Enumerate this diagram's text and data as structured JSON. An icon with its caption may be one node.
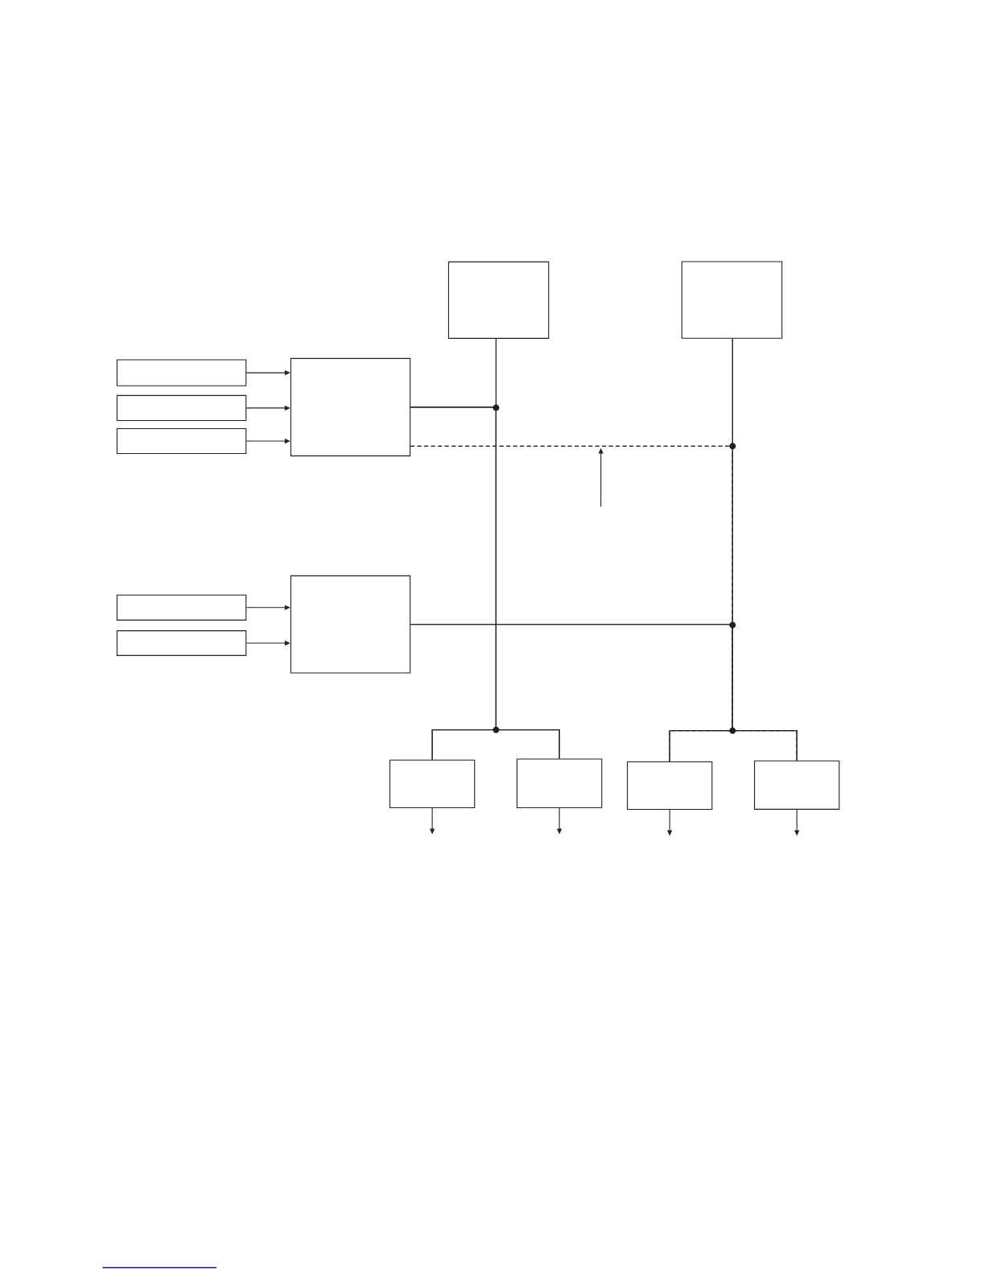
{
  "diagram": {
    "nodes": [
      {
        "text": [],
        "shape": "box"
      },
      {
        "text": [],
        "shape": "box"
      },
      {
        "text": [],
        "shape": "box"
      },
      {
        "text": [],
        "shape": "box"
      },
      {
        "text": [],
        "shape": "box"
      },
      {
        "text": [],
        "shape": "box"
      },
      {
        "text": [],
        "shape": "box"
      },
      {
        "text": [],
        "shape": "box"
      },
      {
        "text": [],
        "shape": "box"
      },
      {
        "text": [],
        "shape": "box"
      },
      {
        "text": [],
        "shape": "box"
      },
      {
        "text": [],
        "shape": "box"
      },
      {
        "text": [],
        "shape": "box"
      }
    ],
    "edges": [
      {
        "from": 2,
        "to": 5,
        "arrow": "to"
      },
      {
        "from": 3,
        "to": 5,
        "arrow": "to"
      },
      {
        "from": 4,
        "to": 5,
        "arrow": "to"
      },
      {
        "from": 6,
        "to": 8,
        "arrow": "to"
      },
      {
        "from": 7,
        "to": 8,
        "arrow": "to"
      },
      {
        "from": 0,
        "to": 9,
        "arrow": "none"
      },
      {
        "from": 0,
        "to": 10,
        "arrow": "none"
      },
      {
        "from": 5,
        "to": 9,
        "arrow": "none"
      },
      {
        "from": 5,
        "to": 10,
        "arrow": "none"
      },
      {
        "from": 1,
        "to": 11,
        "arrow": "none"
      },
      {
        "from": 1,
        "to": 12,
        "arrow": "none"
      },
      {
        "from": 5,
        "to": 11,
        "arrow": "none",
        "style": "dashed"
      },
      {
        "from": 5,
        "to": 12,
        "arrow": "none",
        "style": "dashed"
      },
      {
        "from": 8,
        "to": 11,
        "arrow": "none"
      },
      {
        "from": 8,
        "to": 12,
        "arrow": "none"
      },
      {
        "from": 9,
        "to": null,
        "arrow": "to"
      },
      {
        "from": 10,
        "to": null,
        "arrow": "to"
      },
      {
        "from": 11,
        "to": null,
        "arrow": "to"
      },
      {
        "from": 12,
        "to": null,
        "arrow": "to"
      }
    ]
  }
}
